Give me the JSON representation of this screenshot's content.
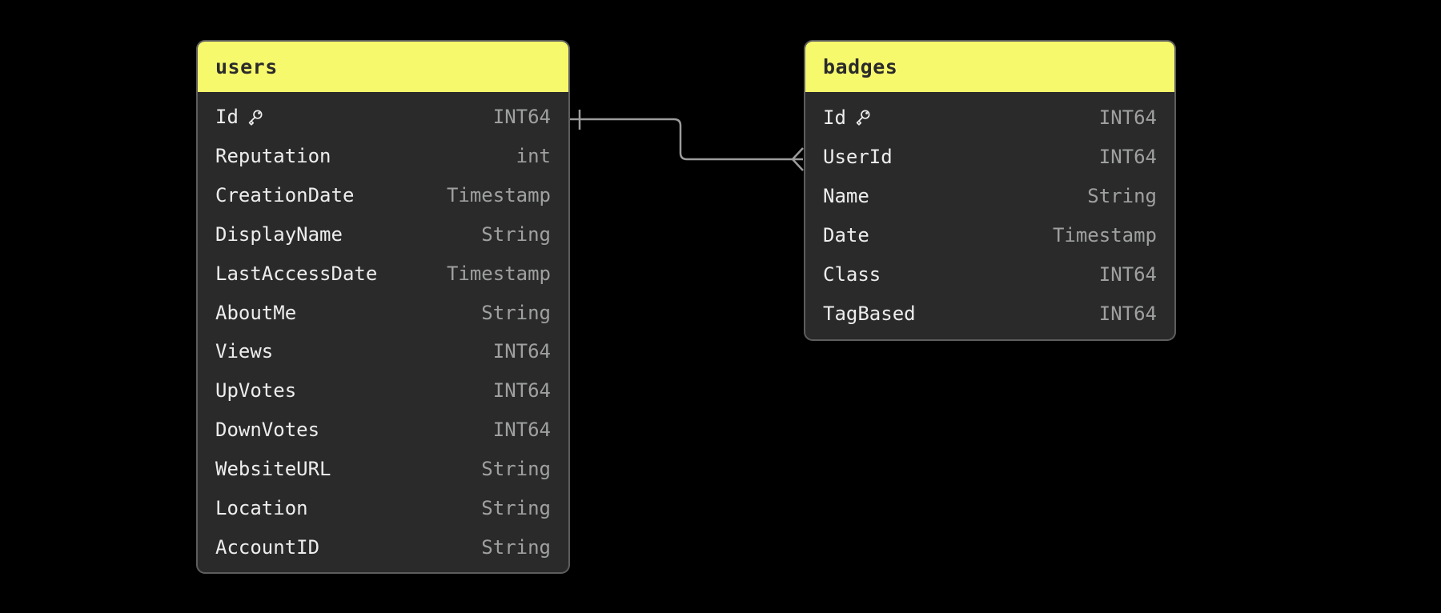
{
  "diagram": {
    "background": "#000000",
    "colors": {
      "header_bg": "#f7f96c",
      "header_text": "#2b2b2b",
      "body_bg": "#2a2a2a",
      "border": "#5d5d5d",
      "field_text": "#ededed",
      "type_text": "#9fa0a0",
      "connector": "#9c9c9c"
    },
    "tables": [
      {
        "name": "users",
        "fields": [
          {
            "name": "Id",
            "type": "INT64",
            "key": true
          },
          {
            "name": "Reputation",
            "type": "int"
          },
          {
            "name": "CreationDate",
            "type": "Timestamp"
          },
          {
            "name": "DisplayName",
            "type": "String"
          },
          {
            "name": "LastAccessDate",
            "type": "Timestamp"
          },
          {
            "name": "AboutMe",
            "type": "String"
          },
          {
            "name": "Views",
            "type": "INT64"
          },
          {
            "name": "UpVotes",
            "type": "INT64"
          },
          {
            "name": "DownVotes",
            "type": "INT64"
          },
          {
            "name": "WebsiteURL",
            "type": "String"
          },
          {
            "name": "Location",
            "type": "String"
          },
          {
            "name": "AccountID",
            "type": "String"
          }
        ]
      },
      {
        "name": "badges",
        "fields": [
          {
            "name": "Id",
            "type": "INT64",
            "key": true
          },
          {
            "name": "UserId",
            "type": "INT64"
          },
          {
            "name": "Name",
            "type": "String"
          },
          {
            "name": "Date",
            "type": "Timestamp"
          },
          {
            "name": "Class",
            "type": "INT64"
          },
          {
            "name": "TagBased",
            "type": "INT64"
          }
        ]
      }
    ],
    "relationship": {
      "from_table": "users",
      "from_field": "Id",
      "from_cardinality": "one",
      "to_table": "badges",
      "to_field": "UserId",
      "to_cardinality": "many"
    }
  }
}
